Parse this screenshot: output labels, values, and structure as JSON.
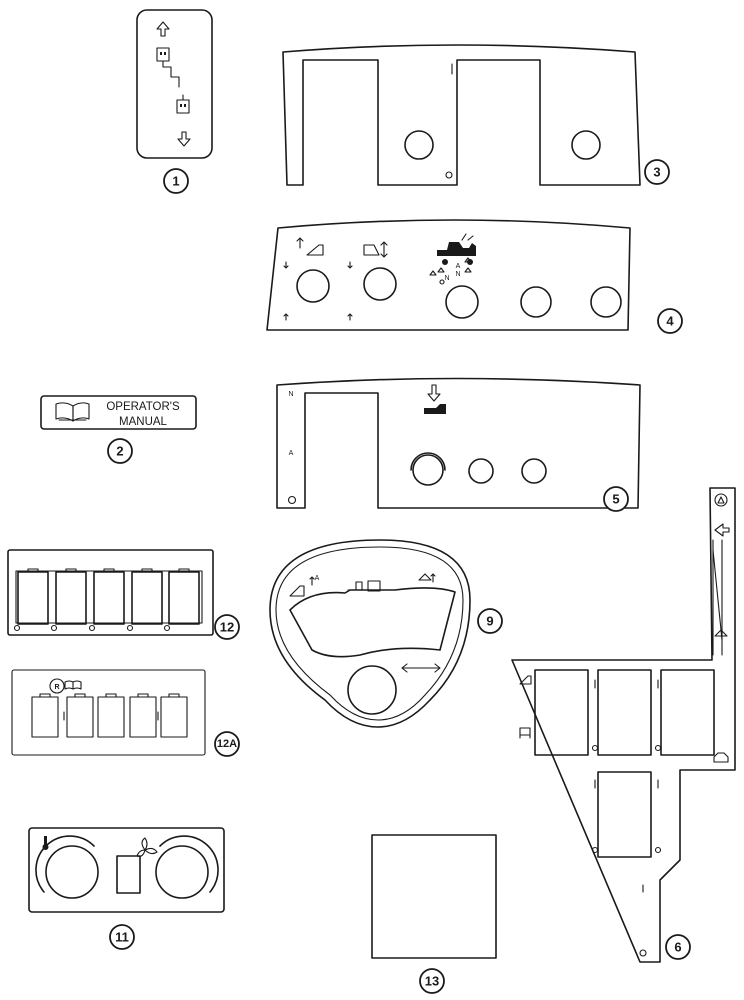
{
  "decal_2": {
    "line1": "OPERATOR'S",
    "line2": "MANUAL"
  },
  "callouts": {
    "c1": "1",
    "c2": "2",
    "c3": "3",
    "c4": "4",
    "c5": "5",
    "c6": "6",
    "c9": "9",
    "c11": "11",
    "c12": "12",
    "c12a": "12A",
    "c13": "13"
  }
}
